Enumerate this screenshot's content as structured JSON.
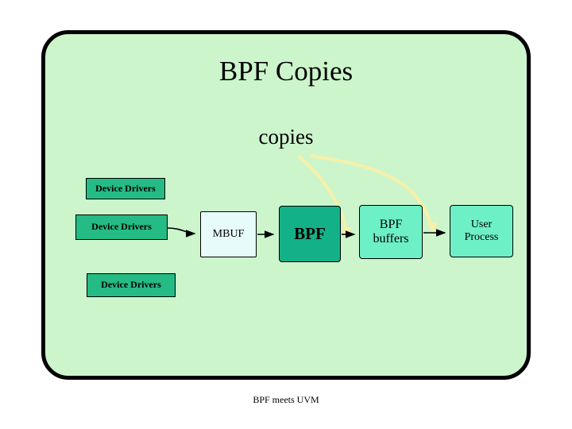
{
  "slide": {
    "title": "BPF Copies",
    "subtitle": "copies",
    "footer": "BPF meets UVM"
  },
  "colors": {
    "panel_background": "#ccf5cc",
    "panel_border": "#000000",
    "driver_box": "#25bb85",
    "mbuf_box": "#e8fbfb",
    "bpf_box": "#13b187",
    "buffer_box": "#6ef0c6",
    "copy_arrow": "#f5f0a0",
    "flow_arrow": "#000000"
  },
  "nodes": {
    "driver1": "Device Drivers",
    "driver2": "Device Drivers",
    "driver3": "Device Drivers",
    "mbuf": "MBUF",
    "bpf": "BPF",
    "bpf_buffers_line1": "BPF",
    "bpf_buffers_line2": "buffers",
    "user_process_line1": "User",
    "user_process_line2": "Process"
  },
  "edges": [
    {
      "from": "driver2",
      "to": "mbuf",
      "style": "black-arrow"
    },
    {
      "from": "mbuf",
      "to": "bpf",
      "style": "black-arrow"
    },
    {
      "from": "bpf",
      "to": "bpf_buffers",
      "style": "black-arrow"
    },
    {
      "from": "bpf_buffers",
      "to": "user_process",
      "style": "black-arrow"
    },
    {
      "from": "copies-label",
      "to": "bpf-buffers-area",
      "style": "yellow-curve"
    },
    {
      "from": "copies-label",
      "to": "user-process-area",
      "style": "yellow-curve"
    }
  ]
}
